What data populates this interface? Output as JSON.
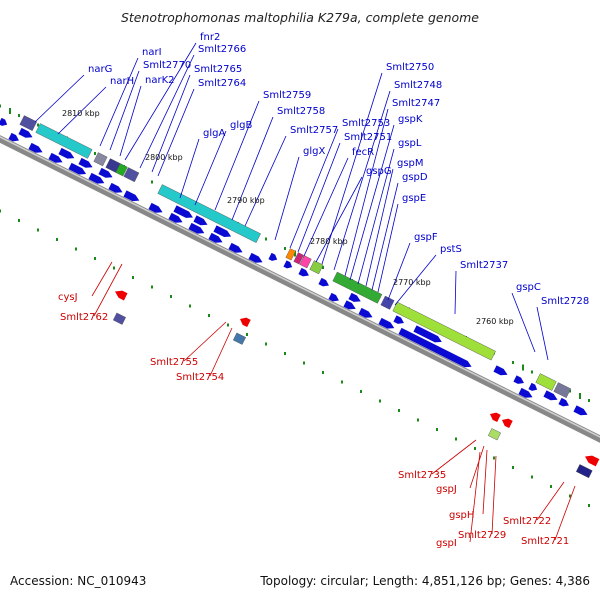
{
  "title": "Stenotrophomonas maltophilia K279a, complete genome",
  "footer": {
    "accession": "Accession: NC_010943",
    "topology": "Topology: circular; Length: 4,851,126 bp; Genes: 4,386"
  },
  "colors": {
    "forward_label": "#0000cc",
    "reverse_label": "#cc0000",
    "forward_gene": "#0a0ad2",
    "reverse_gene": "#ee0000",
    "tick": "#1a8a1a",
    "backbone": "#888888"
  },
  "kbp_ticks": [
    "2810 kbp",
    "2800 kbp",
    "2790 kbp",
    "2780 kbp",
    "2770 kbp",
    "2760 kbp"
  ],
  "forward_labels": [
    "narG",
    "narH",
    "narI",
    "Smlt2770",
    "narK2",
    "fnr2",
    "Smlt2766",
    "Smlt2765",
    "Smlt2764",
    "glgA",
    "glgB",
    "Smlt2759",
    "Smlt2758",
    "Smlt2757",
    "glgX",
    "Smlt2753",
    "Smlt2751",
    "fecR",
    "gspG",
    "Smlt2750",
    "Smlt2748",
    "Smlt2747",
    "gspK",
    "gspL",
    "gspM",
    "gspD",
    "gspE",
    "gspF",
    "pstS",
    "Smlt2737",
    "gspC",
    "Smlt2728"
  ],
  "reverse_labels": [
    "cysJ",
    "Smlt2762",
    "Smlt2755",
    "Smlt2754",
    "Smlt2735",
    "gspJ",
    "gspH",
    "gspI",
    "Smlt2729",
    "Smlt2722",
    "Smlt2721"
  ]
}
